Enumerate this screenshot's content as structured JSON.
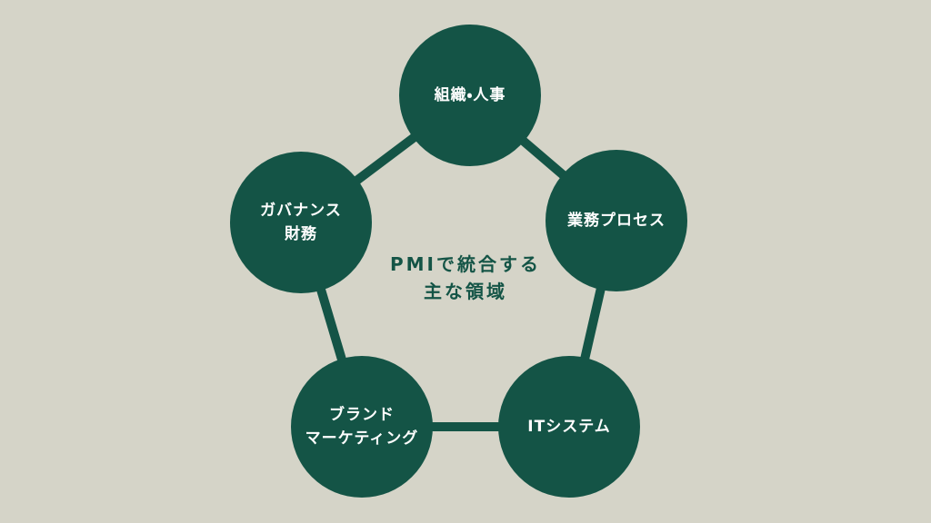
{
  "colors": {
    "background": "#d5d4c8",
    "node_fill": "#145446",
    "node_text": "#ffffff",
    "center_text": "#145446",
    "connector": "#145446"
  },
  "diagram": {
    "center_title": {
      "line1": "PMIで統合する",
      "line2": "主な領域"
    },
    "nodes": [
      {
        "id": "organization-hr",
        "lines": [
          "組織・人事",
          ""
        ]
      },
      {
        "id": "business-process",
        "lines": [
          "業務プロセス",
          ""
        ]
      },
      {
        "id": "it-system",
        "lines": [
          "ITシステム",
          ""
        ]
      },
      {
        "id": "brand-marketing",
        "lines": [
          "ブランド",
          "マーケティング"
        ]
      },
      {
        "id": "governance-finance",
        "lines": [
          "ガバナンス",
          "財務"
        ]
      }
    ]
  }
}
